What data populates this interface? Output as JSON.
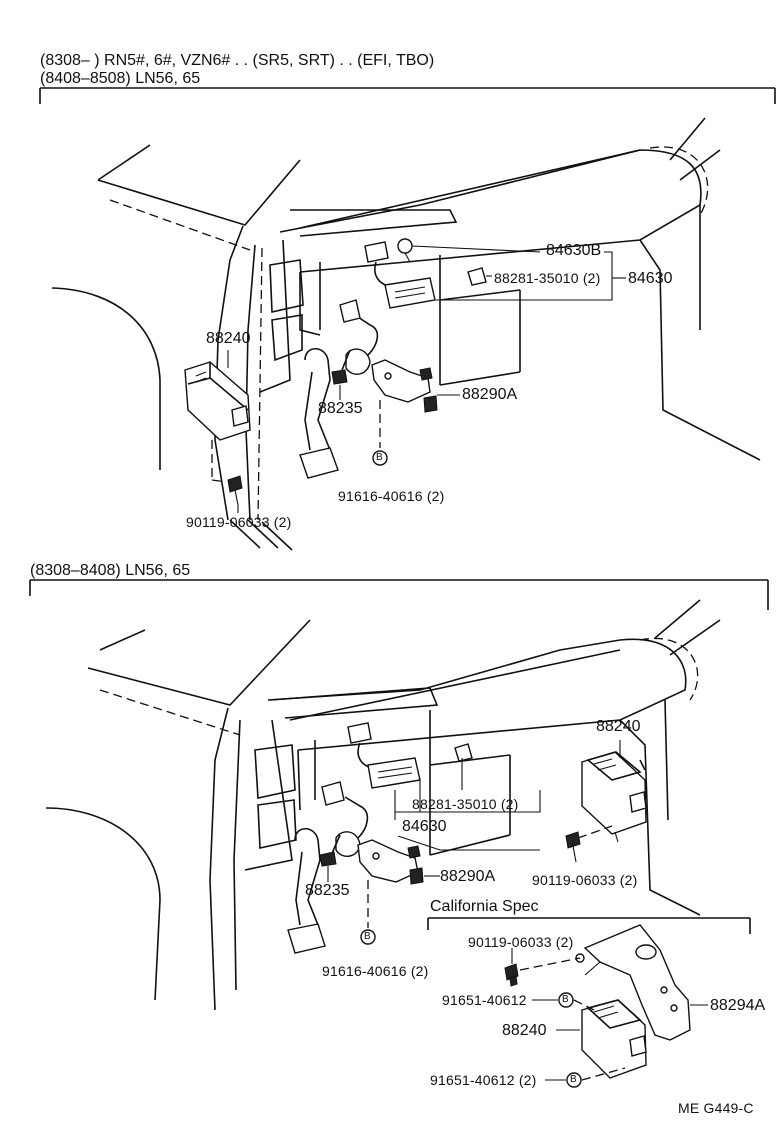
{
  "header": {
    "line1": "(8308–          ) RN5#, 6#, VZN6# . . (SR5, SRT) . . (EFI, TBO)",
    "line2": "(8408–8508) LN56, 65"
  },
  "section2": {
    "title": "(8308–8408) LN56, 65"
  },
  "top_diagram": {
    "labels": {
      "p84630b": "84630B",
      "p88281": "88281-35010 (2)",
      "p84630": "84630",
      "p88240": "88240",
      "p88235": "88235",
      "p88290a": "88290A",
      "p91616": "91616-40616 (2)",
      "p90119": "90119-06033 (2)",
      "b_marker": "B"
    }
  },
  "bottom_diagram": {
    "labels": {
      "p88240": "88240",
      "p88281": "88281-35010 (2)",
      "p84630": "84630",
      "p88290a": "88290A",
      "p88235": "88235",
      "p90119": "90119-06033 (2)",
      "p91616": "91616-40616 (2)",
      "b_marker": "B"
    },
    "california": {
      "title": "California Spec",
      "p90119": "90119-06033 (2)",
      "p91651a": "91651-40612",
      "p88294a": "88294A",
      "p88240": "88240",
      "p91651b": "91651-40612 (2)",
      "b_marker1": "B",
      "b_marker2": "B"
    }
  },
  "footer": {
    "code": "ME  G449-C"
  }
}
